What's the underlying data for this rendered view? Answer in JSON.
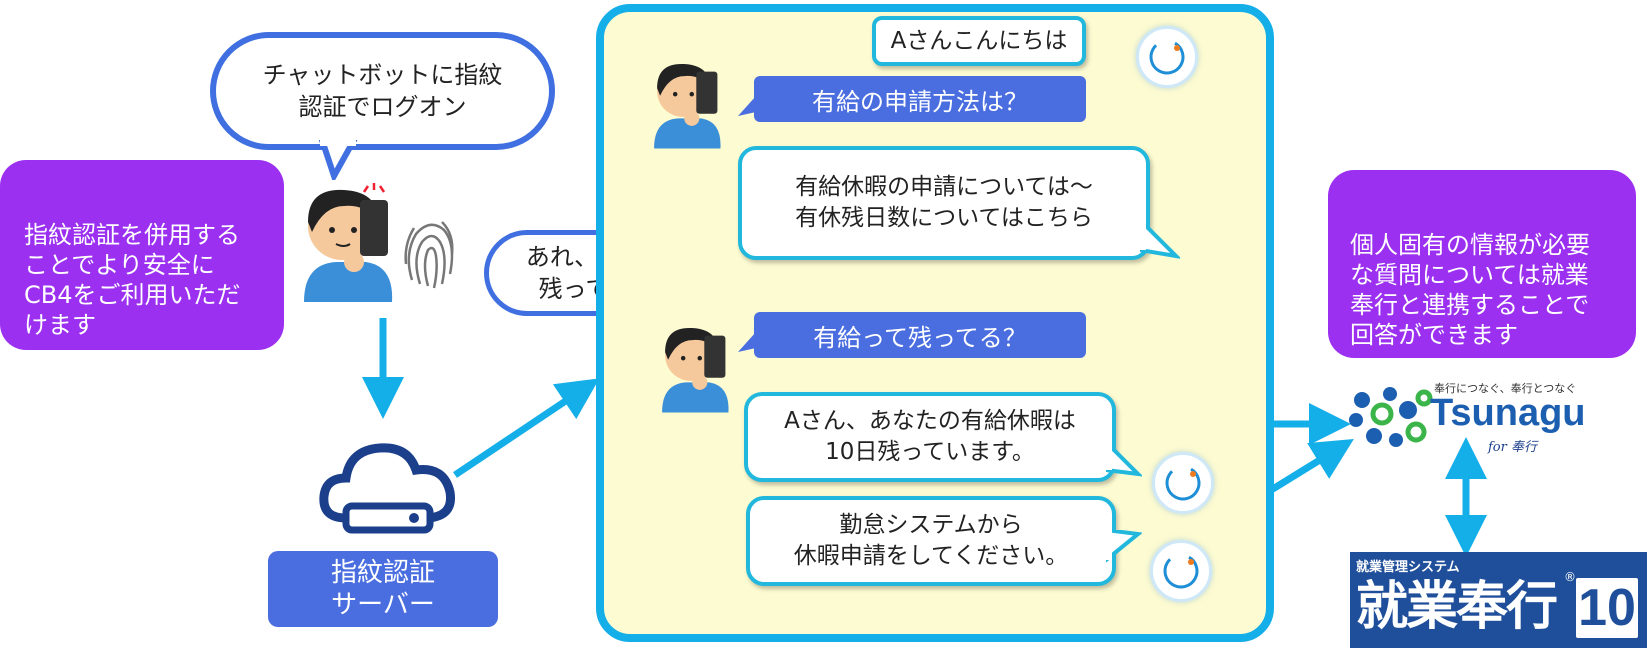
{
  "colors": {
    "accent_blue": "#4a6ee0",
    "cyan": "#14aee8",
    "purple": "#9b30f0",
    "chat_bg": "#fdfbd1",
    "teal": "#22b8dd"
  },
  "left": {
    "thought_login": "チャットボットに指紋\n認証でログオン",
    "fingerprint_note": "指紋認証を併用する\nことでより安全に\nCB4をご利用いただ\nけます",
    "server_label": "指紋認証\nサーバー",
    "thought_forgot": "あれ、有給何日\n残ってたっけ"
  },
  "chat": {
    "bot_greeting": "Aさんこんにちは",
    "user_q1": "有給の申請方法は？",
    "bot_a1": "有給休暇の申請については～\n有休残日数についてはこちら",
    "user_q2": "有給って残ってる？",
    "bot_a2": "Aさん、あなたの有給休暇は\n10日残っています。",
    "bot_a3": "勤怠システムから\n休暇申請をしてください。"
  },
  "right": {
    "info_note": "個人固有の情報が必要\nな質問については就業\n奉行と連携することで\n回答ができます",
    "tsunagu_tagline": "奉行につなぐ、奉行とつなぐ",
    "tsunagu_name": "Tsunagu",
    "tsunagu_for": "for 奉行",
    "bugyo_caption": "就業管理システム",
    "bugyo_name": "就業奉行",
    "bugyo_mark": "®",
    "bugyo_version": "10"
  },
  "icons": [
    "thought-bubble-icon",
    "user-with-phone-icon",
    "fingerprint-icon",
    "cloud-server-icon",
    "chatbot-icon",
    "arrow-icon",
    "tsunagu-logo",
    "bugyo-logo"
  ]
}
